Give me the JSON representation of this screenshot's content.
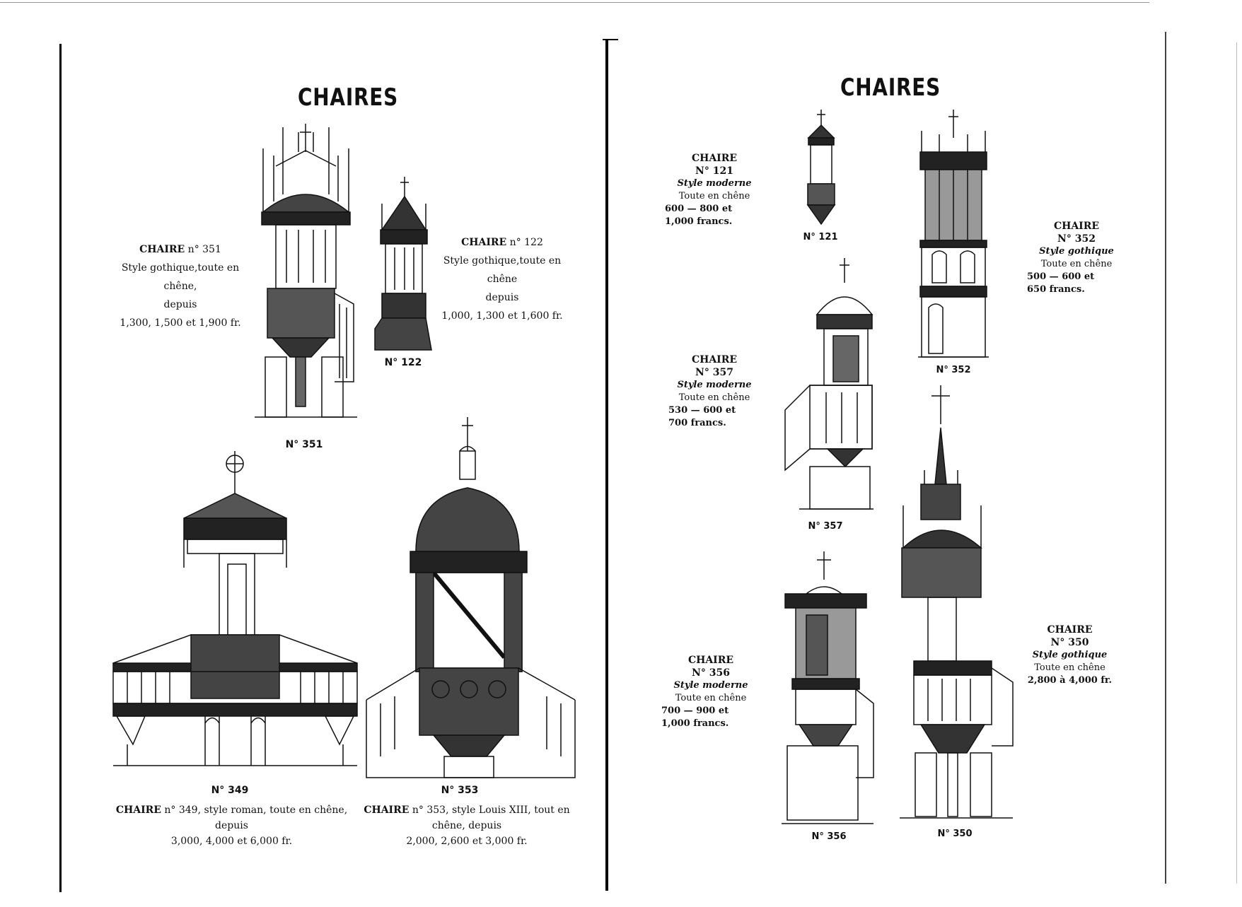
{
  "left_page": {
    "title": "CHAIRES",
    "items": [
      {
        "caption": "N° 351",
        "name": "CHAIRE",
        "num": "n° 351",
        "lines": [
          "Style gothique,toute en chêne,",
          "depuis",
          "1,300, 1,500 et 1,900 fr."
        ]
      },
      {
        "caption": "N° 122",
        "name": "CHAIRE",
        "num": "n° 122",
        "lines": [
          "Style gothique,toute en chêne",
          "depuis",
          "1,000, 1,300 et 1,600 fr."
        ]
      },
      {
        "caption": "N° 349",
        "name": "CHAIRE",
        "num": "n° 349, style roman, toute en chêne,",
        "lines": [
          "depuis",
          "3,000, 4,000 et 6,000 fr."
        ]
      },
      {
        "caption": "N° 353",
        "name": "CHAIRE",
        "num": "n° 353, style Louis XIII, tout en",
        "lines": [
          "chêne, depuis",
          "2,000, 2,600 et 3,000 fr."
        ]
      }
    ]
  },
  "right_page": {
    "title": "CHAIRES",
    "items": [
      {
        "caption": "N° 121",
        "name": "CHAIRE",
        "num": "N° 121",
        "style": "Style moderne",
        "lines": [
          "Toute en chêne",
          "600 — 800 et",
          "1,000 francs."
        ]
      },
      {
        "caption": "N° 352",
        "name": "CHAIRE",
        "num": "N° 352",
        "style": "Style gothique",
        "lines": [
          "Toute en chêne",
          "500 — 600 et",
          "650 francs."
        ]
      },
      {
        "caption": "N° 357",
        "name": "CHAIRE",
        "num": "N° 357",
        "style": "Style moderne",
        "lines": [
          "Toute en chêne",
          "530 — 600 et",
          "700 francs."
        ]
      },
      {
        "caption": "N° 356",
        "name": "CHAIRE",
        "num": "N° 356",
        "style": "Style moderne",
        "lines": [
          "Toute en chêne",
          "700 — 900 et",
          "1,000 francs."
        ]
      },
      {
        "caption": "N° 350",
        "name": "CHAIRE",
        "num": "N° 350",
        "style": "Style gothique",
        "lines": [
          "Toute en chêne",
          "2,800 à 4,000 fr."
        ]
      }
    ]
  }
}
